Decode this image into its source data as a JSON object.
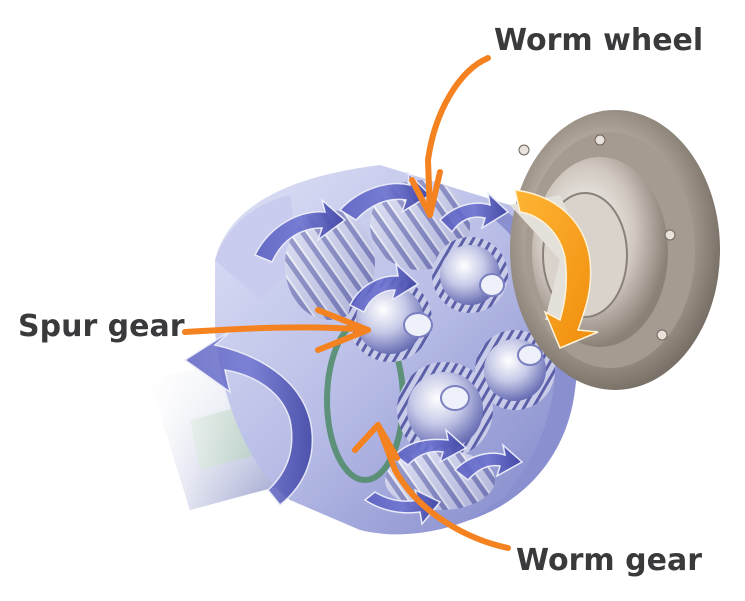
{
  "diagram": {
    "subject": "Differential gear assembly cutaway",
    "labels": [
      {
        "id": "worm_wheel",
        "text": "Worm wheel"
      },
      {
        "id": "spur_gear",
        "text": "Spur gear"
      },
      {
        "id": "worm_gear",
        "text": "Worm gear"
      }
    ],
    "colors": {
      "label_text": "#3a3a3c",
      "callout_arrow": "#f58220",
      "rotation_arrow_blue": "#4a4fb0",
      "rotation_arrow_orange": "#f5a020",
      "housing": "#b7bce6",
      "housing_shadow": "#7d83c7",
      "flange": "#9a8f84",
      "shaft_green": "#a9c9b0",
      "background": "#ffffff"
    }
  }
}
